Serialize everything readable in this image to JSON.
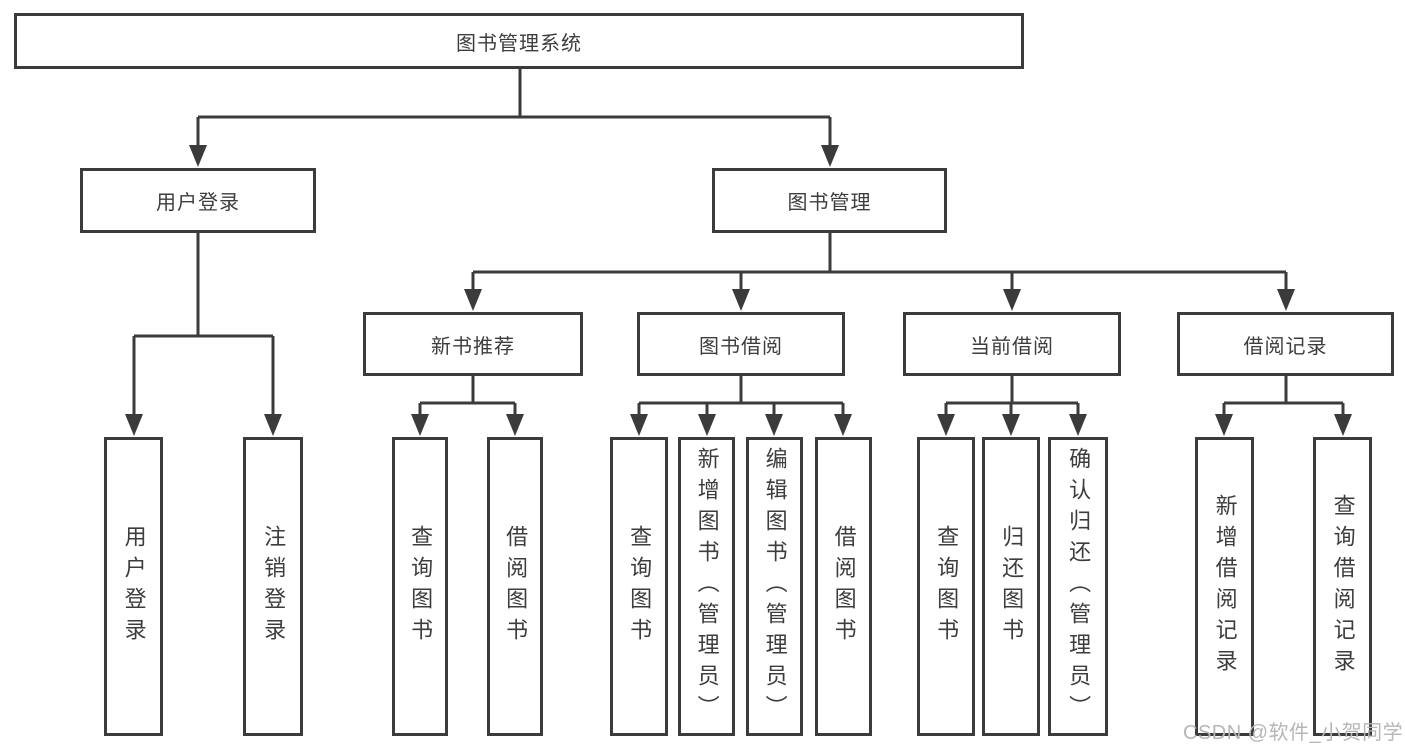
{
  "diagram": {
    "root": {
      "label": "图书管理系统",
      "children": [
        {
          "label": "用户登录",
          "children": [
            {
              "label": "用户登录"
            },
            {
              "label": "注销登录"
            }
          ]
        },
        {
          "label": "图书管理",
          "children": [
            {
              "label": "新书推荐",
              "children": [
                {
                  "label": "查询图书"
                },
                {
                  "label": "借阅图书"
                }
              ]
            },
            {
              "label": "图书借阅",
              "children": [
                {
                  "label": "查询图书"
                },
                {
                  "label": "新增图书（管理员）"
                },
                {
                  "label": "编辑图书（管理员）"
                },
                {
                  "label": "借阅图书"
                }
              ]
            },
            {
              "label": "当前借阅",
              "children": [
                {
                  "label": "查询图书"
                },
                {
                  "label": "归还图书"
                },
                {
                  "label": "确认归还（管理员）"
                }
              ]
            },
            {
              "label": "借阅记录",
              "children": [
                {
                  "label": "新增借阅记录"
                },
                {
                  "label": "查询借阅记录"
                }
              ]
            }
          ]
        }
      ]
    }
  },
  "watermark": {
    "text": "CSDN @软件_小贺同学"
  },
  "colors": {
    "line": "#3b3b3b",
    "text": "#3d3d3d",
    "background": "#ffffff",
    "watermark": "#b6b6b6"
  }
}
